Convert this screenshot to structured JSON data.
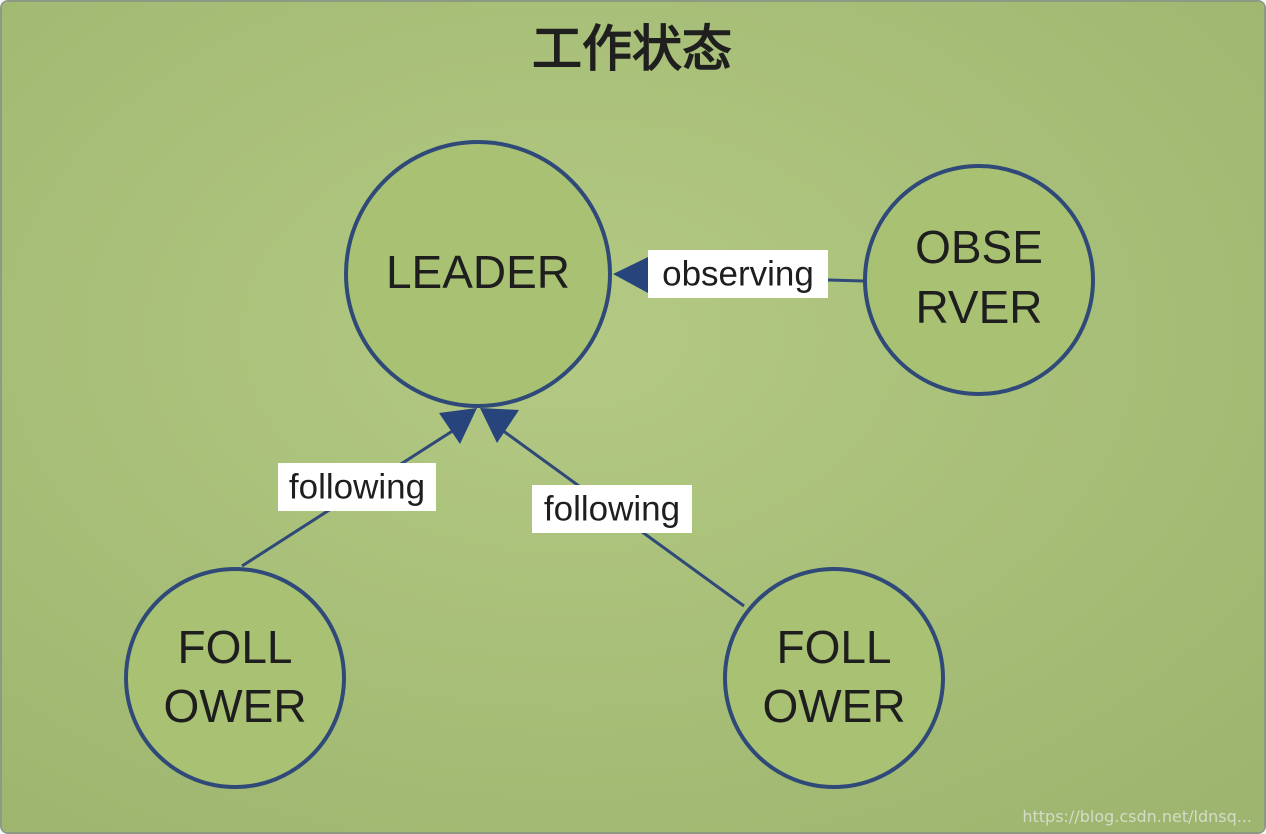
{
  "title": "工作状态",
  "colors": {
    "background_light": "#b4ca84",
    "background_dark": "#9db56e",
    "node_fill": "#a9c173",
    "node_stroke": "#2f4a78",
    "edge": "#2f4a78",
    "arrowhead": "#27457c",
    "label_box": "#ffffff"
  },
  "nodes": {
    "leader": {
      "label": "LEADER"
    },
    "observer": {
      "line1": "OBSE",
      "line2": "RVER"
    },
    "follower_left": {
      "line1": "FOLL",
      "line2": "OWER"
    },
    "follower_right": {
      "line1": "FOLL",
      "line2": "OWER"
    }
  },
  "edges": {
    "observer_to_leader": {
      "label": "observing"
    },
    "follower_left_to_leader": {
      "label": "following"
    },
    "follower_right_to_leader": {
      "label": "following"
    }
  },
  "watermark": "https://blog.csdn.net/ldnsq..."
}
